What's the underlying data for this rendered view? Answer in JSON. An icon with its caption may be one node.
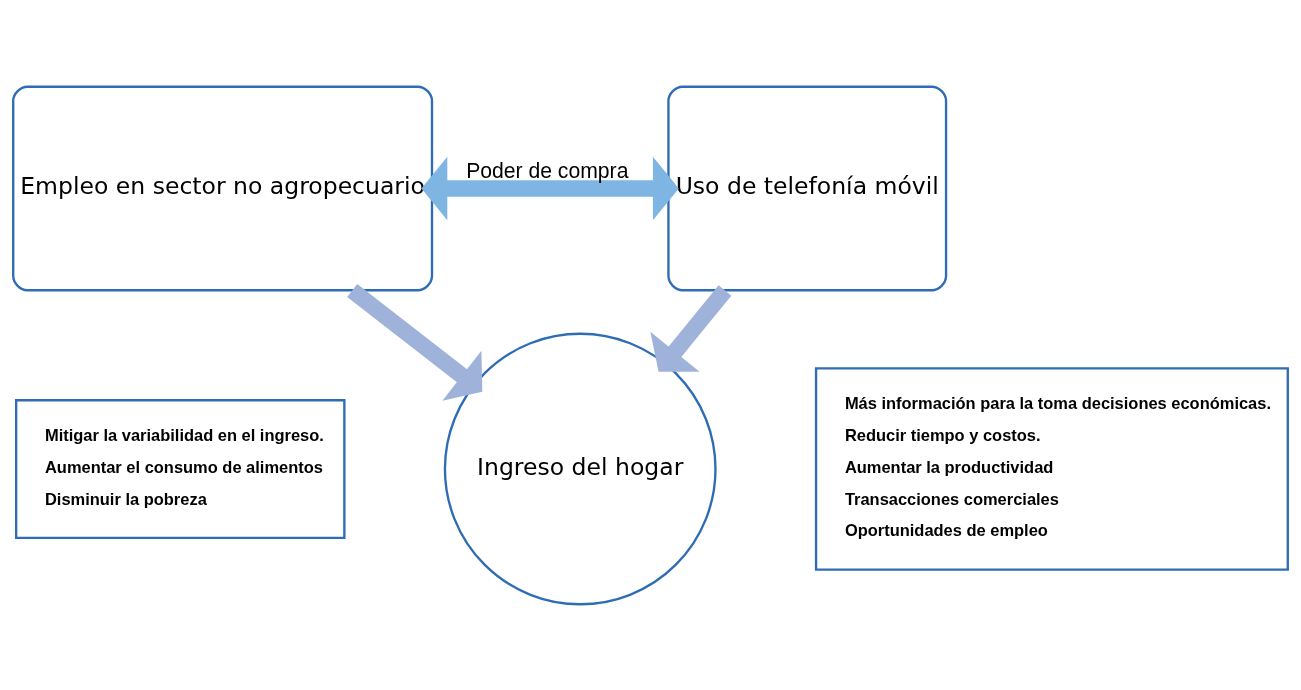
{
  "diagram": {
    "nodes": [
      {
        "text": [
          "Empleo en sector no agropecuario"
        ]
      },
      {
        "text": [
          "Uso de telefonía móvil"
        ]
      },
      {
        "text": [
          "Ingreso del hogar"
        ]
      },
      {
        "text": [
          "Mitigar la variabilidad en el ingreso.",
          "Aumentar el consumo de alimentos",
          "Disminuir la pobreza"
        ]
      },
      {
        "text": [
          "Más información para la toma decisiones económicas.",
          "Reducir tiempo y costos.",
          "Aumentar la productividad",
          "Transacciones comerciales",
          "Oportunidades de empleo"
        ]
      }
    ],
    "edges": [
      {
        "from": 0,
        "to": 1,
        "arrow": "both",
        "label": "Poder de compra",
        "color": "#7fb5e2"
      },
      {
        "from": 0,
        "to": 2,
        "arrow": "to"
      },
      {
        "from": 1,
        "to": 2,
        "arrow": "to"
      }
    ]
  }
}
